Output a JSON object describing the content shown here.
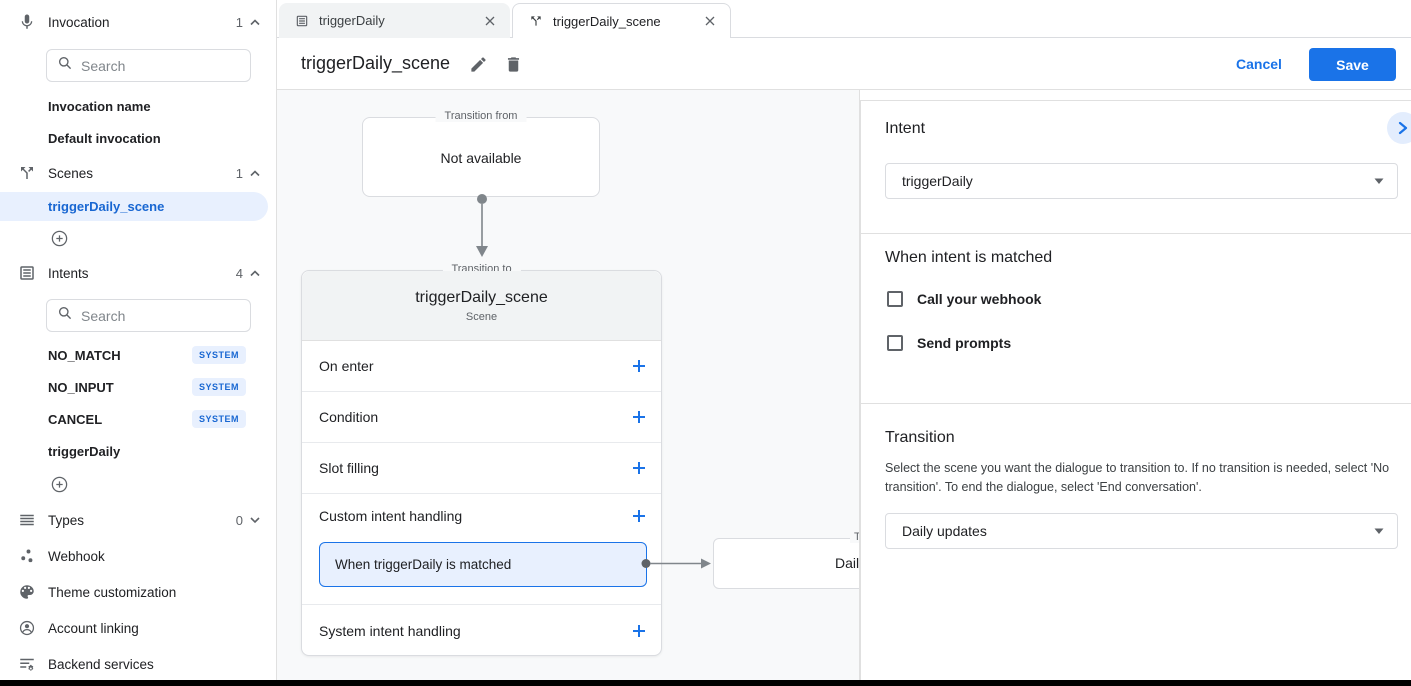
{
  "colors": {
    "accent": "#1a73e8",
    "selected_text": "#1967d2",
    "selection_bg": "#e8f0fe",
    "canvas_bg": "#f8f9fa"
  },
  "tabs": [
    {
      "label": "triggerDaily",
      "icon": "intent-icon"
    },
    {
      "label": "triggerDaily_scene",
      "icon": "scene-icon"
    }
  ],
  "header": {
    "title": "triggerDaily_scene",
    "cancel_label": "Cancel",
    "save_label": "Save"
  },
  "sidebar": {
    "invocation": {
      "label": "Invocation",
      "count": "1",
      "search_placeholder": "Search",
      "items": [
        "Invocation name",
        "Default invocation"
      ]
    },
    "scenes": {
      "label": "Scenes",
      "count": "1",
      "selected_item": "triggerDaily_scene"
    },
    "intents": {
      "label": "Intents",
      "count": "4",
      "search_placeholder": "Search",
      "items": [
        {
          "label": "NO_MATCH",
          "badge": "SYSTEM"
        },
        {
          "label": "NO_INPUT",
          "badge": "SYSTEM"
        },
        {
          "label": "CANCEL",
          "badge": "SYSTEM"
        },
        {
          "label": "triggerDaily",
          "badge": ""
        }
      ]
    },
    "types": {
      "label": "Types",
      "count": "0"
    },
    "links": [
      {
        "label": "Webhook",
        "icon": "webhook-icon"
      },
      {
        "label": "Theme customization",
        "icon": "palette-icon"
      },
      {
        "label": "Account linking",
        "icon": "account-icon"
      },
      {
        "label": "Backend services",
        "icon": "backend-services-icon"
      }
    ]
  },
  "canvas": {
    "transition_from": {
      "legend": "Transition from",
      "text": "Not available"
    },
    "scene_card": {
      "legend": "Transition to",
      "title": "triggerDaily_scene",
      "subtitle": "Scene",
      "sections": [
        "On enter",
        "Condition",
        "Slot filling",
        "Custom intent handling",
        "System intent handling"
      ],
      "handler": "When triggerDaily is matched"
    },
    "partial_box": {
      "legend": "Tr",
      "text": "Dail"
    }
  },
  "panel": {
    "intent_heading": "Intent",
    "intent_value": "triggerDaily",
    "matched_heading": "When intent is matched",
    "checkboxes": [
      {
        "label": "Call your webhook",
        "checked": false
      },
      {
        "label": "Send prompts",
        "checked": false
      }
    ],
    "transition_heading": "Transition",
    "transition_description": "Select the scene you want the dialogue to transition to. If no transition is needed, select 'No transition'. To end the dialogue, select 'End conversation'.",
    "transition_value": "Daily updates"
  }
}
